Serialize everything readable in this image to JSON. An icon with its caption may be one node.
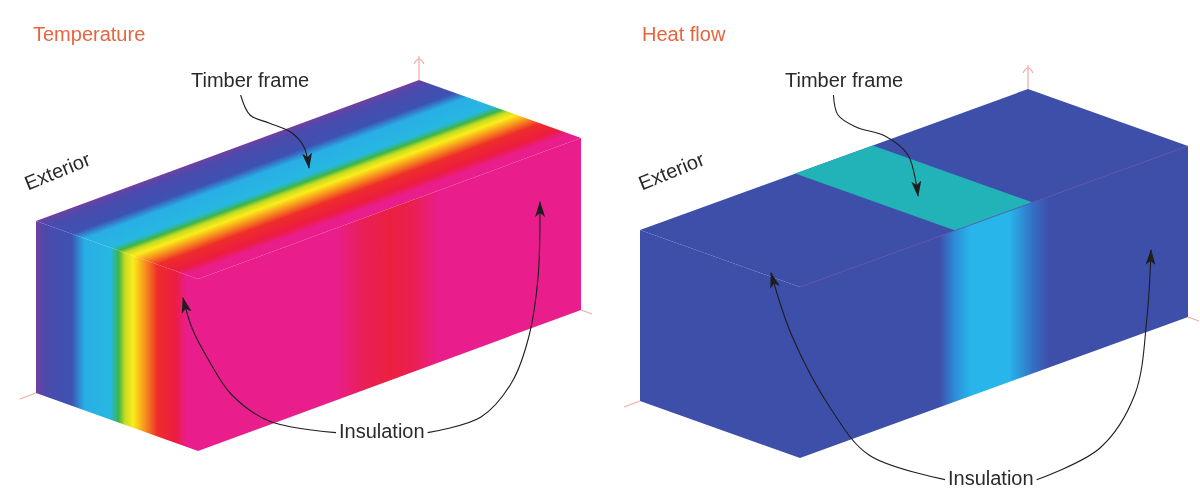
{
  "diagram": {
    "nodes": [
      {
        "text": [
          "Timber frame"
        ]
      },
      {
        "text": [
          "Insulation"
        ]
      },
      {
        "text": [
          "Timber frame"
        ]
      },
      {
        "text": [
          "Insulation"
        ]
      }
    ],
    "edges": [
      {
        "from": 0,
        "to": null,
        "arrow": "to"
      },
      {
        "from": 1,
        "to": null,
        "arrow": "to"
      },
      {
        "from": 1,
        "to": null,
        "arrow": "to"
      },
      {
        "from": 2,
        "to": null,
        "arrow": "to"
      },
      {
        "from": 3,
        "to": null,
        "arrow": "to"
      },
      {
        "from": 3,
        "to": null,
        "arrow": "to"
      }
    ],
    "labels": [
      "Temperature",
      "Exterior",
      "Heat flow",
      "Exterior"
    ]
  }
}
